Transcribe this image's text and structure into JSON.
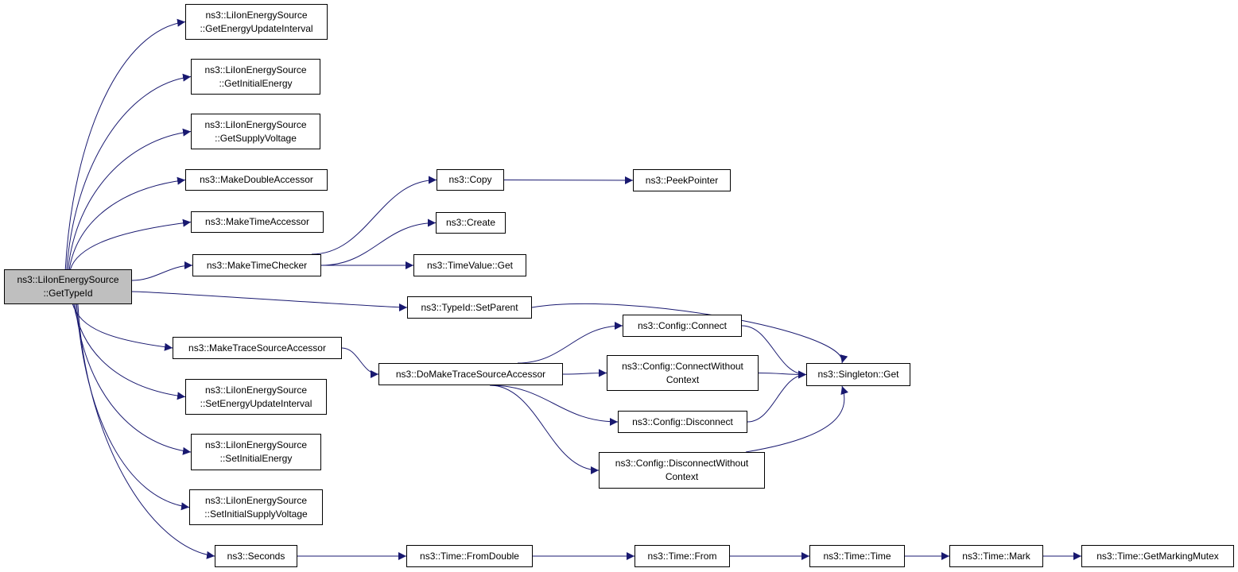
{
  "diagram": {
    "type": "call-graph",
    "edge_color": "#191970",
    "root_fill": "#bfbfbf",
    "nodes": [
      {
        "id": "root",
        "lines": [
          "ns3::LiIonEnergySource",
          "::GetTypeId"
        ],
        "root": true
      },
      {
        "id": "get-energy-update-interval",
        "lines": [
          "ns3::LiIonEnergySource",
          "::GetEnergyUpdateInterval"
        ]
      },
      {
        "id": "get-initial-energy",
        "lines": [
          "ns3::LiIonEnergySource",
          "::GetInitialEnergy"
        ]
      },
      {
        "id": "get-supply-voltage",
        "lines": [
          "ns3::LiIonEnergySource",
          "::GetSupplyVoltage"
        ]
      },
      {
        "id": "make-double-accessor",
        "lines": [
          "ns3::MakeDoubleAccessor"
        ]
      },
      {
        "id": "make-time-accessor",
        "lines": [
          "ns3::MakeTimeAccessor"
        ]
      },
      {
        "id": "make-time-checker",
        "lines": [
          "ns3::MakeTimeChecker"
        ]
      },
      {
        "id": "make-trace-source-accessor",
        "lines": [
          "ns3::MakeTraceSourceAccessor"
        ]
      },
      {
        "id": "set-energy-update-interval",
        "lines": [
          "ns3::LiIonEnergySource",
          "::SetEnergyUpdateInterval"
        ]
      },
      {
        "id": "set-initial-energy",
        "lines": [
          "ns3::LiIonEnergySource",
          "::SetInitialEnergy"
        ]
      },
      {
        "id": "set-initial-supply-voltage",
        "lines": [
          "ns3::LiIonEnergySource",
          "::SetInitialSupplyVoltage"
        ]
      },
      {
        "id": "seconds",
        "lines": [
          "ns3::Seconds"
        ]
      },
      {
        "id": "copy",
        "lines": [
          "ns3::Copy"
        ]
      },
      {
        "id": "peek-pointer",
        "lines": [
          "ns3::PeekPointer"
        ]
      },
      {
        "id": "create",
        "lines": [
          "ns3::Create"
        ]
      },
      {
        "id": "timevalue-get",
        "lines": [
          "ns3::TimeValue::Get"
        ]
      },
      {
        "id": "typeid-setparent",
        "lines": [
          "ns3::TypeId::SetParent"
        ]
      },
      {
        "id": "do-make-trace-source-accessor",
        "lines": [
          "ns3::DoMakeTraceSourceAccessor"
        ]
      },
      {
        "id": "config-connect",
        "lines": [
          "ns3::Config::Connect"
        ]
      },
      {
        "id": "config-connect-without-context",
        "lines": [
          "ns3::Config::ConnectWithout",
          "Context"
        ]
      },
      {
        "id": "config-disconnect",
        "lines": [
          "ns3::Config::Disconnect"
        ]
      },
      {
        "id": "config-disconnect-without-context",
        "lines": [
          "ns3::Config::DisconnectWithout",
          "Context"
        ]
      },
      {
        "id": "singleton-get",
        "lines": [
          "ns3::Singleton::Get"
        ]
      },
      {
        "id": "time-fromdouble",
        "lines": [
          "ns3::Time::FromDouble"
        ]
      },
      {
        "id": "time-from",
        "lines": [
          "ns3::Time::From"
        ]
      },
      {
        "id": "time-time",
        "lines": [
          "ns3::Time::Time"
        ]
      },
      {
        "id": "time-mark",
        "lines": [
          "ns3::Time::Mark"
        ]
      },
      {
        "id": "time-getmarkingmutex",
        "lines": [
          "ns3::Time::GetMarkingMutex"
        ]
      }
    ],
    "edges": [
      [
        "root",
        "get-energy-update-interval"
      ],
      [
        "root",
        "get-initial-energy"
      ],
      [
        "root",
        "get-supply-voltage"
      ],
      [
        "root",
        "make-double-accessor"
      ],
      [
        "root",
        "make-time-accessor"
      ],
      [
        "root",
        "make-time-checker"
      ],
      [
        "root",
        "typeid-setparent"
      ],
      [
        "root",
        "make-trace-source-accessor"
      ],
      [
        "root",
        "set-energy-update-interval"
      ],
      [
        "root",
        "set-initial-energy"
      ],
      [
        "root",
        "set-initial-supply-voltage"
      ],
      [
        "root",
        "seconds"
      ],
      [
        "make-time-checker",
        "copy"
      ],
      [
        "make-time-checker",
        "create"
      ],
      [
        "make-time-checker",
        "timevalue-get"
      ],
      [
        "copy",
        "peek-pointer"
      ],
      [
        "typeid-setparent",
        "singleton-get"
      ],
      [
        "make-trace-source-accessor",
        "do-make-trace-source-accessor"
      ],
      [
        "do-make-trace-source-accessor",
        "config-connect"
      ],
      [
        "do-make-trace-source-accessor",
        "config-connect-without-context"
      ],
      [
        "do-make-trace-source-accessor",
        "config-disconnect"
      ],
      [
        "do-make-trace-source-accessor",
        "config-disconnect-without-context"
      ],
      [
        "config-connect",
        "singleton-get"
      ],
      [
        "config-connect-without-context",
        "singleton-get"
      ],
      [
        "config-disconnect",
        "singleton-get"
      ],
      [
        "config-disconnect-without-context",
        "singleton-get"
      ],
      [
        "seconds",
        "time-fromdouble"
      ],
      [
        "time-fromdouble",
        "time-from"
      ],
      [
        "time-from",
        "time-time"
      ],
      [
        "time-time",
        "time-mark"
      ],
      [
        "time-mark",
        "time-getmarkingmutex"
      ]
    ]
  }
}
